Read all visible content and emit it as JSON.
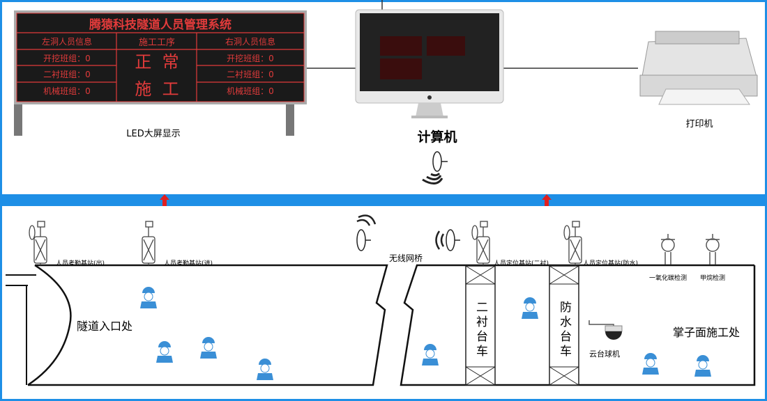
{
  "led_board": {
    "title": "腾猿科技隧道人员管理系统",
    "left_header": "左洞人员信息",
    "center_header": "施工工序",
    "right_header": "右洞人员信息",
    "left_rows": [
      "开挖班组：0",
      "二衬班组：0",
      "机械班组：0"
    ],
    "right_rows": [
      "开挖班组：0",
      "二衬班组：0",
      "机械班组：0"
    ],
    "status_line1": "正  常",
    "status_line2": "施  工",
    "caption": "LED大屏显示"
  },
  "computer": {
    "caption": "计算机"
  },
  "printer": {
    "caption": "打印机"
  },
  "tunnel": {
    "entrance_label": "隧道入口处",
    "face_label": "掌子面施工处",
    "bridge_label": "无线网桥",
    "stations": [
      "人员考勤基站(出)",
      "人员考勤基站(进)",
      "人员定位基站(二衬)",
      "人员定位基站(防水)"
    ],
    "detectors": [
      "一氧化碳检测",
      "甲烷检测"
    ],
    "trolleys": [
      "二衬台车",
      "防水台车"
    ],
    "camera_label": "云台球机"
  },
  "colors": {
    "border": "#1e8fe6",
    "led_bg": "#1a1a1a",
    "led_text": "#e23b3b",
    "worker": "#3a8fd6"
  }
}
